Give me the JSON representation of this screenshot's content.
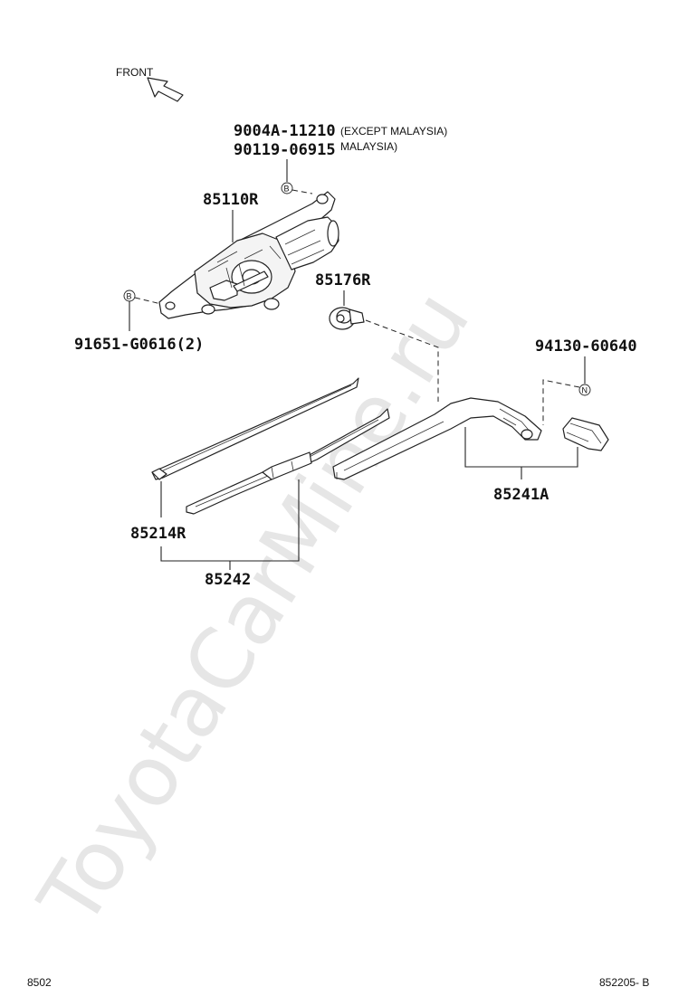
{
  "watermark": "ToyotaCarMine.ru",
  "front_label": "FRONT",
  "labels": {
    "p9004a": "9004A-11210",
    "p9004a_note": "(EXCEPT MALAYSIA)",
    "p90119": "90119-06915",
    "p90119_note": "MALAYSIA)",
    "p85110r": "85110R",
    "p85176r": "85176R",
    "p91651": "91651-G0616(2)",
    "p94130": "94130-60640",
    "p85241a": "85241A",
    "p85214r": "85214R",
    "p85242": "85242"
  },
  "ref_marks": {
    "b": "B",
    "n": "N"
  },
  "footer": {
    "left": "8502",
    "right": "852205- B"
  }
}
